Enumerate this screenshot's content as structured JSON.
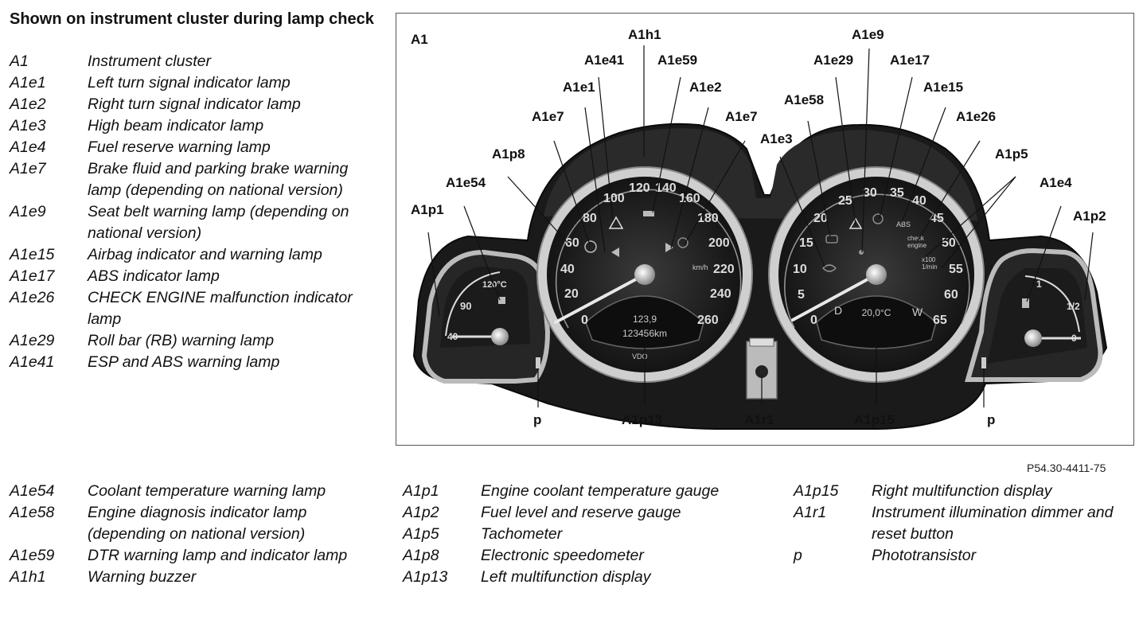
{
  "heading": "Shown on instrument cluster during lamp check",
  "legend_top": [
    {
      "code": "A1",
      "desc": "Instrument cluster"
    },
    {
      "code": "A1e1",
      "desc": "Left turn signal indicator lamp"
    },
    {
      "code": "A1e2",
      "desc": "Right turn signal indicator lamp"
    },
    {
      "code": "A1e3",
      "desc": "High beam indicator lamp"
    },
    {
      "code": "A1e4",
      "desc": "Fuel reserve warning lamp"
    },
    {
      "code": "A1e7",
      "desc": "Brake fluid and parking brake warning lamp (depending on national version)"
    },
    {
      "code": "A1e9",
      "desc": "Seat belt warning lamp (depending on national version)"
    },
    {
      "code": "A1e15",
      "desc": "Airbag indicator and warning lamp"
    },
    {
      "code": "A1e17",
      "desc": "ABS indicator lamp"
    },
    {
      "code": "A1e26",
      "desc": "CHECK ENGINE malfunction indicator lamp"
    },
    {
      "code": "A1e29",
      "desc": "Roll bar (RB) warning lamp"
    },
    {
      "code": "A1e41",
      "desc": "ESP and ABS warning lamp"
    }
  ],
  "legend_bottom_1": [
    {
      "code": "A1e54",
      "desc": "Coolant temperature warning lamp"
    },
    {
      "code": "A1e58",
      "desc": "Engine diagnosis indicator lamp (depending on national version)"
    },
    {
      "code": "A1e59",
      "desc": "DTR warning lamp and indicator lamp"
    },
    {
      "code": "A1h1",
      "desc": "Warning buzzer"
    }
  ],
  "legend_bottom_2": [
    {
      "code": "A1p1",
      "desc": "Engine coolant temperature gauge"
    },
    {
      "code": "A1p2",
      "desc": "Fuel level and reserve gauge"
    },
    {
      "code": "A1p5",
      "desc": "Tachometer"
    },
    {
      "code": "A1p8",
      "desc": "Electronic speedometer"
    },
    {
      "code": "A1p13",
      "desc": "Left multifunction display"
    }
  ],
  "legend_bottom_3": [
    {
      "code": "A1p15",
      "desc": "Right multifunction display"
    },
    {
      "code": "A1r1",
      "desc": "Instrument illumination dimmer and reset button"
    },
    {
      "code": "p",
      "desc": "Phototransistor"
    }
  ],
  "figure_ref": "P54.30-4411-75",
  "diagram": {
    "labels": {
      "a1": "A1",
      "a1h1": "A1h1",
      "a1e41": "A1e41",
      "a1e59": "A1e59",
      "a1e1": "A1e1",
      "a1e2": "A1e2",
      "a1e7_l": "A1e7",
      "a1e7_r": "A1e7",
      "a1p8": "A1p8",
      "a1e54": "A1e54",
      "a1p1": "A1p1",
      "a1e9": "A1e9",
      "a1e29": "A1e29",
      "a1e17": "A1e17",
      "a1e15": "A1e15",
      "a1e58": "A1e58",
      "a1e26": "A1e26",
      "a1e3": "A1e3",
      "a1p5": "A1p5",
      "a1e4": "A1e4",
      "a1p2": "A1p2",
      "p_l": "p",
      "a1p13": "A1p13",
      "a1r1": "A1r1",
      "a1p15": "A1p15",
      "p_r": "p"
    },
    "speedo_ticks": [
      "0",
      "20",
      "40",
      "60",
      "80",
      "100",
      "120",
      "140",
      "160",
      "180",
      "200",
      "220",
      "240",
      "260"
    ],
    "speedo_unit": "km/h",
    "left_display": [
      "123,9",
      "123456km"
    ],
    "vdo": "VDO",
    "tacho_ticks": [
      "0",
      "5",
      "10",
      "15",
      "20",
      "25",
      "30",
      "35",
      "40",
      "45",
      "50",
      "55",
      "60",
      "65"
    ],
    "tacho_unit": [
      "x100",
      "1/min"
    ],
    "right_display": "20,0°C",
    "right_display_marks": [
      "D",
      "W"
    ],
    "check_engine_text": [
      "check",
      "engine"
    ],
    "abs_text": "ABS",
    "temp_ticks": [
      "40",
      "90",
      "120°C"
    ],
    "fuel_ticks": [
      "0",
      "1/2",
      "1"
    ]
  }
}
